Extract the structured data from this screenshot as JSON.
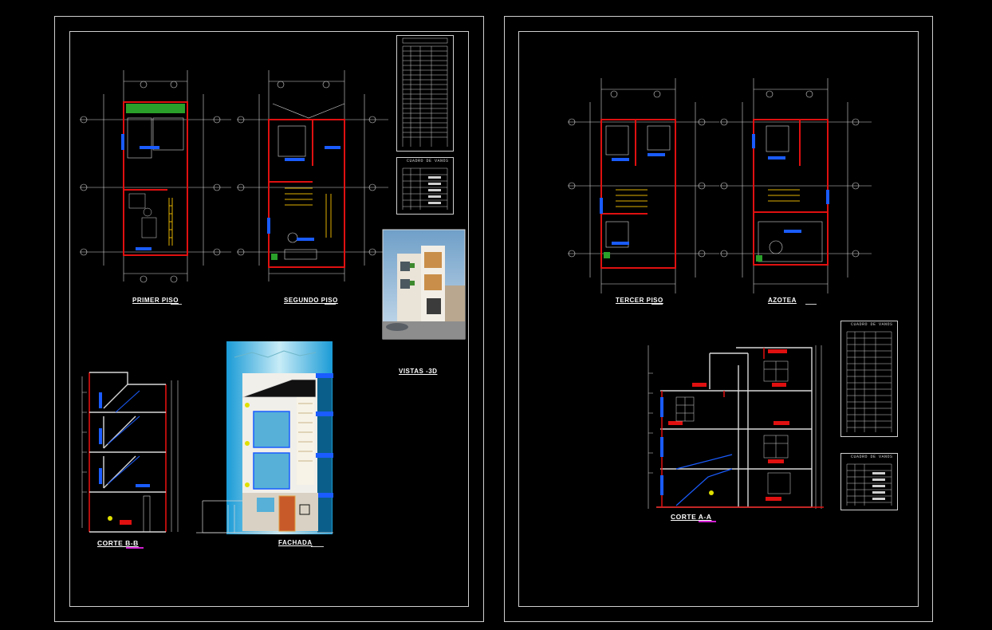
{
  "sheets": [
    {
      "labels": {
        "plan1": "PRIMER PISO",
        "plan2": "SEGUNDO PISO",
        "section": "CORTE B-B",
        "facade": "FACHADA",
        "render": "VISTAS -3D"
      },
      "schedule_title": "CUADRO DE VANOS"
    },
    {
      "labels": {
        "plan1": "TERCER PISO",
        "plan2": "AZOTEA",
        "section": "CORTE A-A"
      },
      "schedule_title_1": "CUADRO DE VANOS",
      "schedule_title_2": "CUADRO DE VANOS"
    }
  ],
  "colors": {
    "wall": "#e01010",
    "line": "#d8d8d8",
    "window": "#1a5cff",
    "accent": "#d01fd0",
    "stair": "#e0b000",
    "green": "#2aa02a"
  }
}
